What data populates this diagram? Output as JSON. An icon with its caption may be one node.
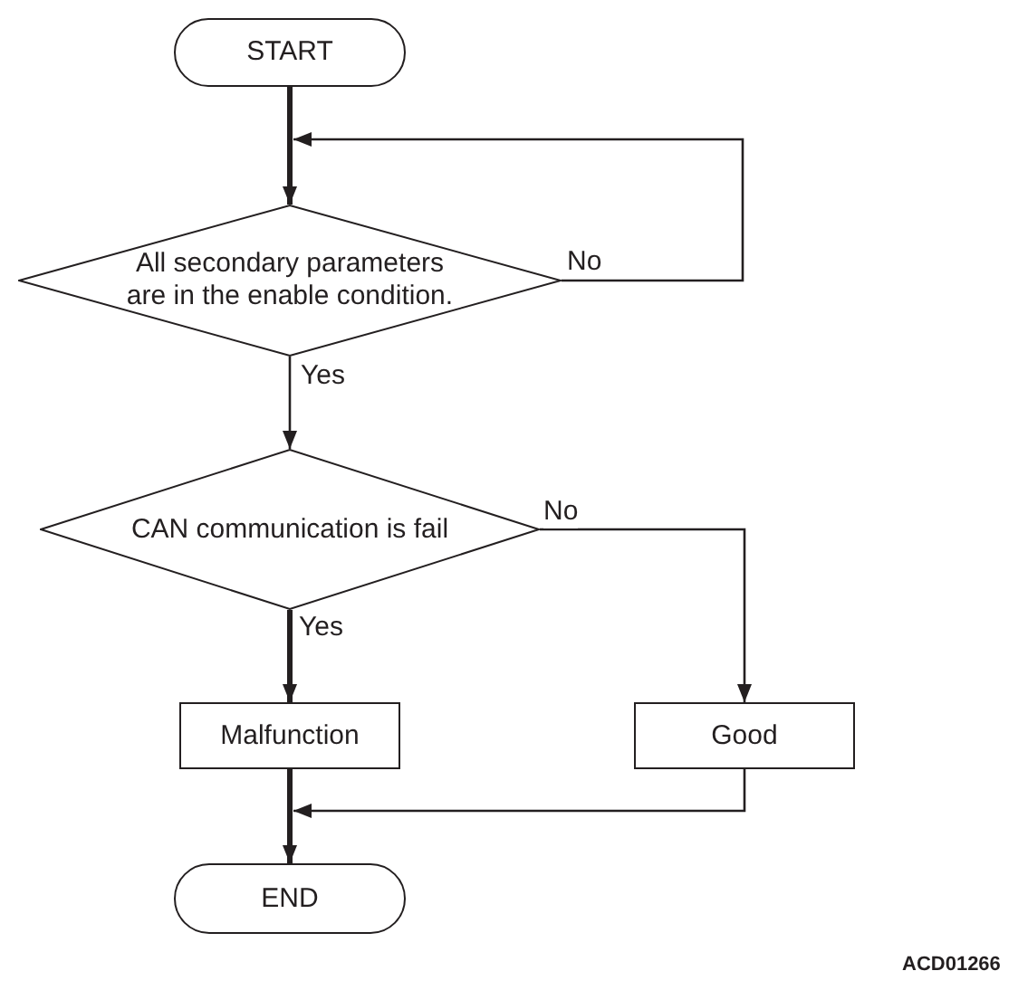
{
  "diagram": {
    "nodes": [
      {
        "text": [
          "START"
        ]
      },
      {
        "text": [
          "All secondary parameters are in the enable condition."
        ]
      },
      {
        "text": [
          "CAN communication is fail"
        ]
      },
      {
        "text": [
          "Malfunction"
        ]
      },
      {
        "text": [
          "Good"
        ]
      },
      {
        "text": [
          "END"
        ]
      }
    ],
    "edges": [
      {
        "from": 0,
        "to": 1,
        "arrow": "to",
        "style": "thick"
      },
      {
        "from": 1,
        "to": 1,
        "arrow": "to",
        "label": "No"
      },
      {
        "from": 1,
        "to": 2,
        "arrow": "to",
        "label": "Yes"
      },
      {
        "from": 2,
        "to": 3,
        "arrow": "to",
        "label": "Yes",
        "style": "thick"
      },
      {
        "from": 2,
        "to": 4,
        "arrow": "to",
        "label": "No"
      },
      {
        "from": 3,
        "to": 5,
        "arrow": "to",
        "style": "thick"
      },
      {
        "from": 4,
        "to": 5,
        "arrow": "to"
      }
    ],
    "labels": [
      "ACD01266"
    ]
  }
}
